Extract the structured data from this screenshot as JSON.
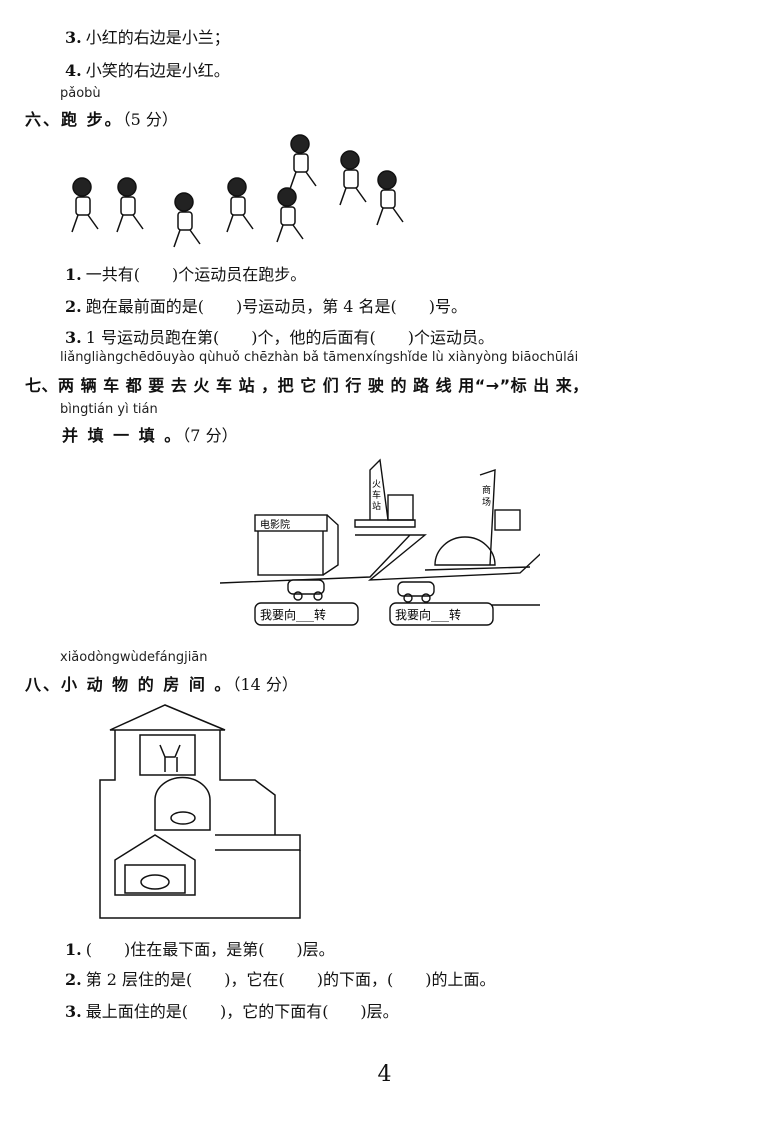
{
  "prev_section": {
    "items": [
      {
        "num": "3.",
        "text": "小红的右边是小兰；"
      },
      {
        "num": "4.",
        "text": "小笑的右边是小红。"
      }
    ]
  },
  "section6": {
    "pinyin": "pǎobù",
    "title": "六、跑 步。",
    "score": "（5 分）",
    "questions": [
      {
        "num": "1.",
        "text": "一共有(　　)个运动员在跑步。"
      },
      {
        "num": "2.",
        "text": "跑在最前面的是(　　)号运动员，第 4 名是(　　)号。"
      },
      {
        "num": "3.",
        "text": "1 号运动员跑在第(　　)个，他的后面有(　　)个运动员。"
      }
    ]
  },
  "section7": {
    "pinyin1": "liǎngliàngchēdōuyào qùhuǒ  chēzhàn  bǎ tāmenxíngshǐde lù xiànyòng          biāochūlái",
    "title1": "七、两  辆 车 都 要 去 火  车  站 ，把 它 们  行 驶 的 路 线  用“→”标  出 来，",
    "pinyin2": "bìngtián yì tián",
    "title2": "并  填 一 填 。",
    "score": "（7 分）",
    "map": {
      "cinema": "电影院",
      "station_1": "火",
      "station_2": "车",
      "station_3": "站",
      "mall_1": "商",
      "mall_2": "场",
      "bubble_left": "我要向___转",
      "bubble_right": "我要向___转"
    }
  },
  "section8": {
    "pinyin": "xiǎodòngwùdefángjiān",
    "title": "八、小  动 物 的 房  间 。",
    "score": "（14 分）",
    "questions": [
      {
        "num": "1.",
        "text": "(　　)住在最下面，是第(　　)层。"
      },
      {
        "num": "2.",
        "text": "第 2 层住的是(　　)，它在(　　)的下面，(　　)的上面。"
      },
      {
        "num": "3.",
        "text": "最上面住的是(　　)，它的下面有(　　)层。"
      }
    ]
  },
  "page_number": "4"
}
